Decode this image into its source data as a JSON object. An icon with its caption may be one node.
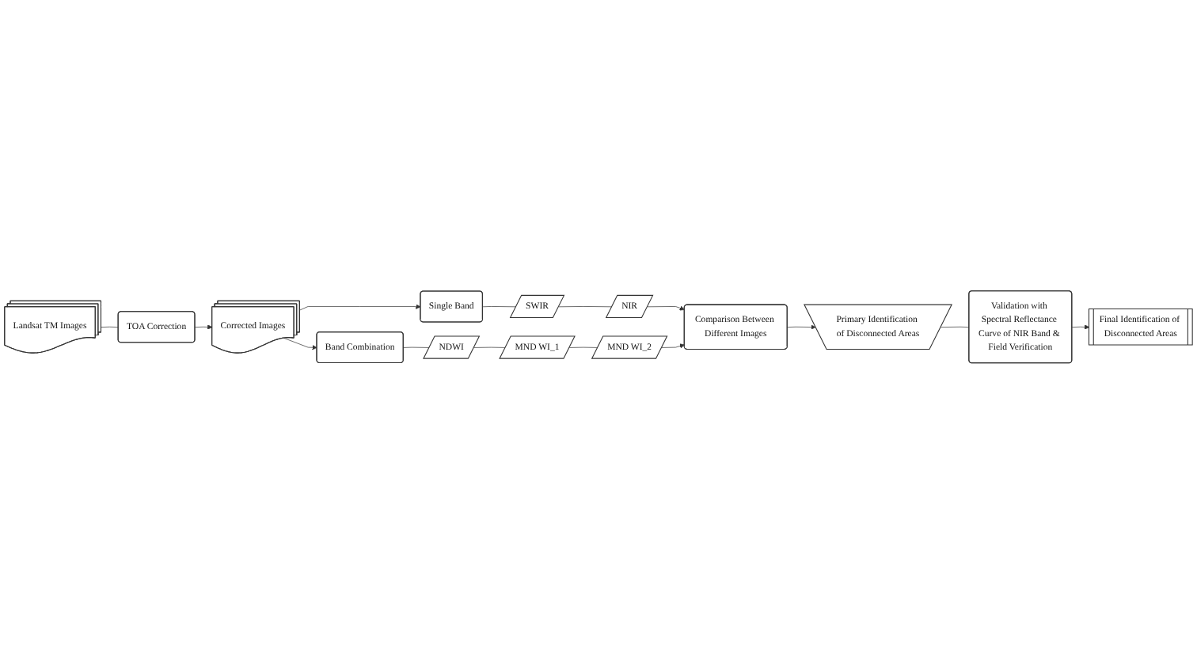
{
  "diagram": {
    "nodes": [
      {
        "text": [
          "Landsat TM Images"
        ]
      },
      {
        "text": [
          "TOA Correction"
        ]
      },
      {
        "text": [
          "Corrected Images"
        ]
      },
      {
        "text": [
          "Single Band"
        ]
      },
      {
        "text": [
          "SWIR"
        ]
      },
      {
        "text": [
          "NIR"
        ]
      },
      {
        "text": [
          "Comparison Between Different Images"
        ]
      },
      {
        "text": [
          "Band Combination"
        ]
      },
      {
        "text": [
          "NDWI"
        ]
      },
      {
        "text": [
          "MND WI_1"
        ]
      },
      {
        "text": [
          "MND WI_2"
        ]
      },
      {
        "text": [
          "Primary Identification of Disconnected Areas"
        ]
      },
      {
        "text": [
          "Validation with Spectral Reflectance Curve of NIR Band & Field Verification"
        ]
      },
      {
        "text": [
          "Final Identification of Disconnected Areas"
        ]
      }
    ],
    "edges": [
      {
        "from": 0,
        "to": 1,
        "arrow": "none"
      },
      {
        "from": 1,
        "to": 2,
        "arrow": "to"
      },
      {
        "from": 2,
        "to": 3,
        "arrow": "to"
      },
      {
        "from": 2,
        "to": 7,
        "arrow": "to"
      },
      {
        "from": 3,
        "to": 4,
        "arrow": "none"
      },
      {
        "from": 4,
        "to": 5,
        "arrow": "none"
      },
      {
        "from": 5,
        "to": 6,
        "arrow": "to"
      },
      {
        "from": 7,
        "to": 8,
        "arrow": "none"
      },
      {
        "from": 8,
        "to": 9,
        "arrow": "none"
      },
      {
        "from": 9,
        "to": 10,
        "arrow": "none"
      },
      {
        "from": 10,
        "to": 6,
        "arrow": "to"
      },
      {
        "from": 6,
        "to": 11,
        "arrow": "to"
      },
      {
        "from": 11,
        "to": 12,
        "arrow": "none"
      },
      {
        "from": 12,
        "to": 13,
        "arrow": "to"
      }
    ]
  }
}
